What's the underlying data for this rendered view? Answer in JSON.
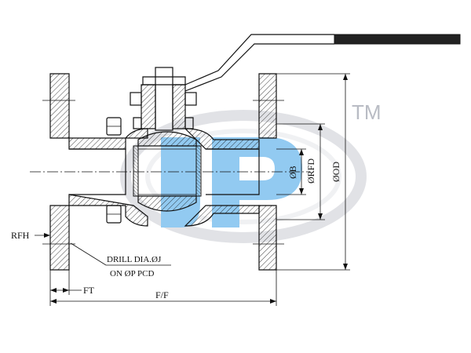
{
  "labels": {
    "rfh": "RFH",
    "drill_line1": "DRILL DIA.ØJ",
    "drill_line2": "ON ØP  PCD",
    "ft": "FT",
    "ff": "F/F",
    "phi_b": "ØB",
    "phi_rfd": "ØRFD",
    "phi_od": "ØOD",
    "trademark": "TM"
  },
  "colors": {
    "line": "#111111",
    "watermark_blue": "#3aa0e6",
    "watermark_gray": "#c9ccd2",
    "handle": "#222222"
  },
  "icons": {
    "watermark": "company-logo-watermark"
  }
}
